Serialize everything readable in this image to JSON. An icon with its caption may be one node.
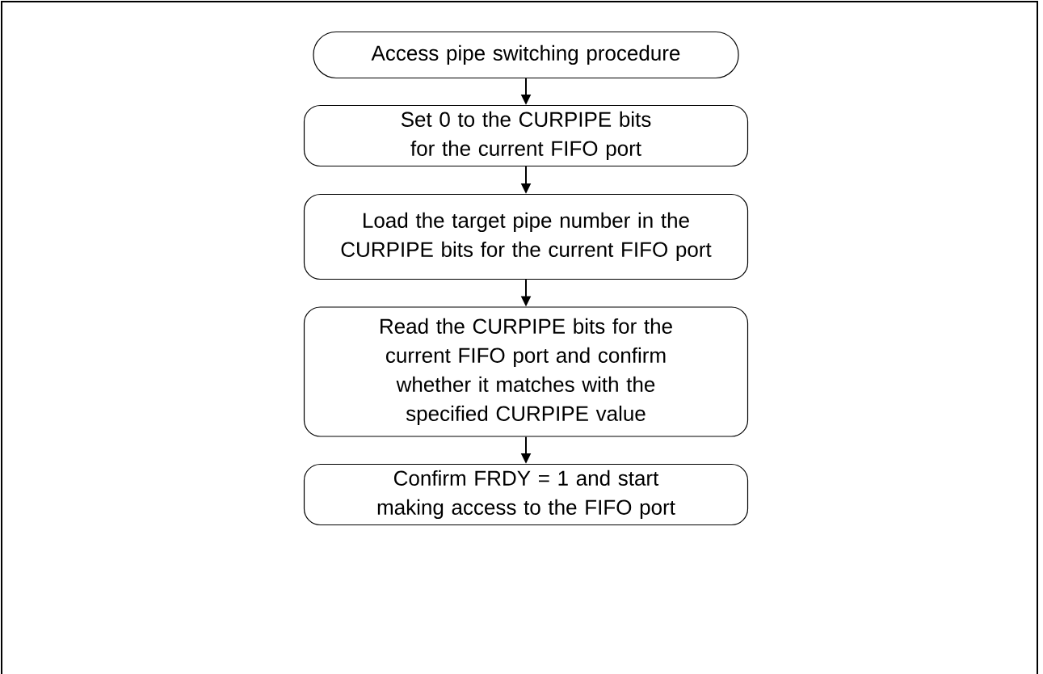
{
  "diagram": {
    "nodes": [
      {
        "text": [
          "Access pipe switching procedure"
        ]
      },
      {
        "text": [
          "Set 0 to the CURPIPE bits for the current FIFO port"
        ]
      },
      {
        "text": [
          "Load the target pipe number in the CURPIPE bits for the current FIFO port"
        ]
      },
      {
        "text": [
          "Read the CURPIPE bits for the current FIFO port and confirm whether it matches with the specified CURPIPE value"
        ]
      },
      {
        "text": [
          "Confirm FRDY = 1 and start making access to the FIFO port"
        ]
      }
    ],
    "edges": [
      {
        "from": 0,
        "to": 1,
        "arrow": "to"
      },
      {
        "from": 1,
        "to": 2,
        "arrow": "to"
      },
      {
        "from": 2,
        "to": 3,
        "arrow": "to"
      },
      {
        "from": 3,
        "to": 4,
        "arrow": "to"
      }
    ]
  }
}
